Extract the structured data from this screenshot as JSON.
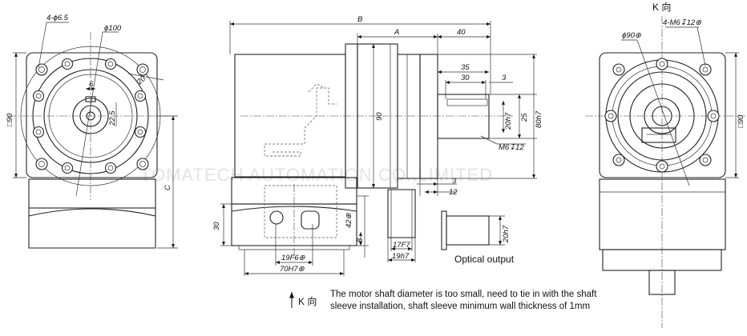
{
  "watermark": "TOMATECH AUTOMATION CO.,LIMITED",
  "views": {
    "front": {
      "hole_pattern": "4-ϕ6.5",
      "pcd": "ϕ100",
      "key_width": "6",
      "shaft_dim": "22.5",
      "bolt_circle_dia": "20",
      "flange_square": "□90",
      "height_label": "C"
    },
    "side": {
      "total_length": "B",
      "gear_length": "A",
      "output_length": "40",
      "shaft_length": "35",
      "key_length": "30",
      "key_offset": "3",
      "shaft_fit": "20h7",
      "shaft_dia": "25",
      "pilot_fit": "80h7",
      "thread": "M6↧12",
      "flange_height": "90",
      "pilot_depth": "3",
      "flange_thickness": "12",
      "input_height": "30",
      "input_pilot_depth": "8",
      "motor_shaft_fit": "42⊕",
      "motor_shaft_bore": "19F6⊕",
      "motor_pilot": "70H7⊕"
    },
    "sleeve": {
      "inner_fit": "17F7",
      "outer_fit": "19h7"
    },
    "optical": {
      "shaft_fit": "20h7",
      "caption": "Optical output"
    },
    "rear": {
      "direction_label": "K 向",
      "pcd": "ϕ90⊕",
      "tapped_holes": "4-M6↧12⊕",
      "flange_square": "□90"
    }
  },
  "note": {
    "direction_label": "K 向",
    "line1": "The motor shaft diameter is too small, need to tie in with the shaft",
    "line2": "sleeve installation, shaft sleeve minimum wall thickness of 1mm"
  }
}
